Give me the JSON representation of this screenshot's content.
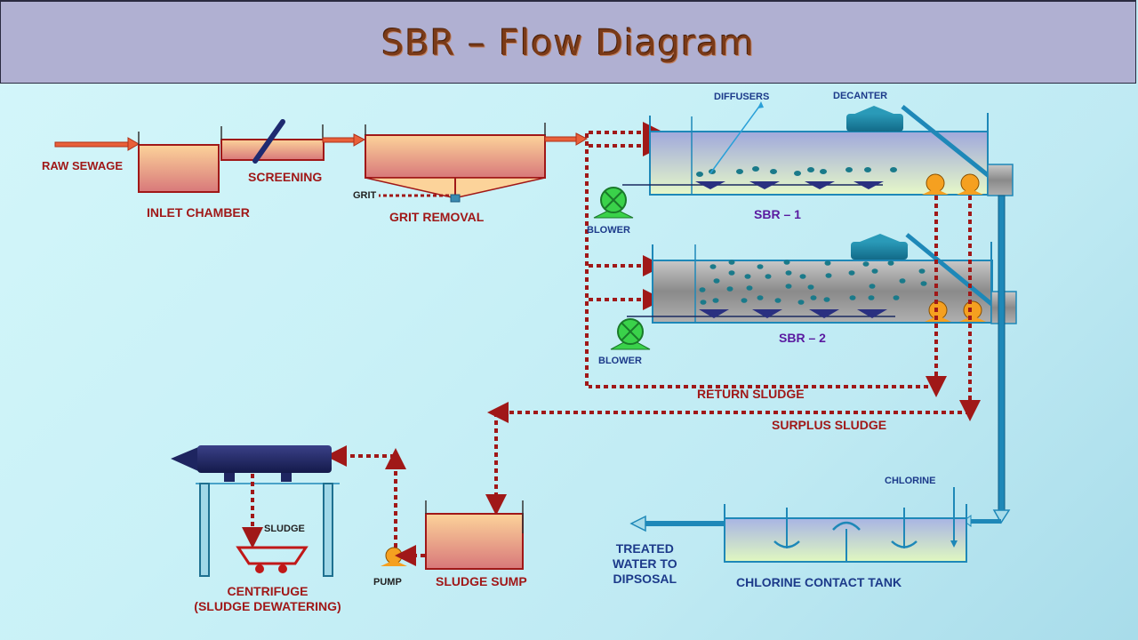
{
  "title": "SBR – Flow Diagram",
  "labels": {
    "raw_sewage": "RAW SEWAGE",
    "inlet_chamber": "INLET CHAMBER",
    "screening": "SCREENING",
    "grit": "GRIT",
    "grit_removal": "GRIT REMOVAL",
    "diffusers": "DIFFUSERS",
    "decanter": "DECANTER",
    "blower_1": "BLOWER",
    "blower_2": "BLOWER",
    "sbr_1": "SBR – 1",
    "sbr_2": "SBR – 2",
    "return_sludge": "RETURN SLUDGE",
    "surplus_sludge": "SURPLUS SLUDGE",
    "chlorine": "CHLORINE",
    "treated_water": [
      "TREATED",
      "WATER TO",
      "DIPSOSAL"
    ],
    "chlorine_contact_tank": "CHLORINE CONTACT TANK",
    "sludge": "SLUDGE",
    "centrifuge": [
      "CENTRIFUGE",
      "(SLUDGE DEWATERING)"
    ],
    "pump": "PUMP",
    "sludge_sump": "SLUDGE SUMP"
  },
  "colors": {
    "tank_fill_top": "#fcd39a",
    "tank_fill_bottom": "#d8787a",
    "tank_border": "#a01818",
    "sludge_line": "#a01818",
    "water_line": "#1e88b8",
    "blower": "#3ad24a",
    "pump": "#f5a020",
    "centrifuge": "#1e2560"
  }
}
